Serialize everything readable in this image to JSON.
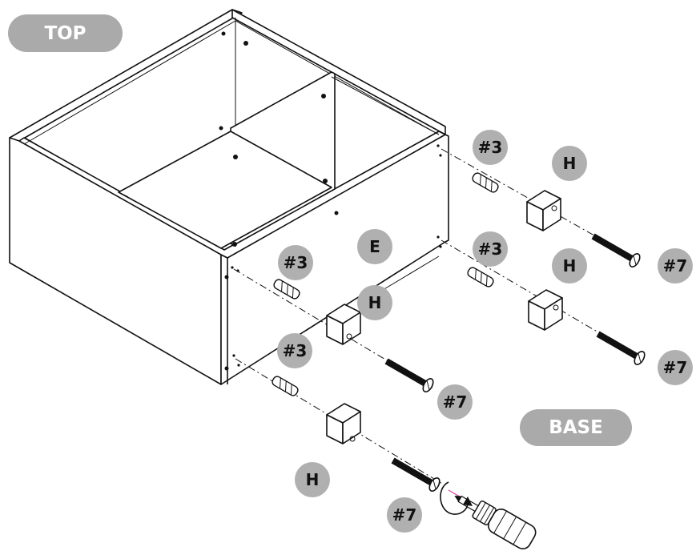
{
  "labels": {
    "top": "TOP",
    "base": "BASE",
    "panel_e": "E"
  },
  "parts": {
    "dowel": "#3",
    "cam": "H",
    "screw": "#7"
  },
  "colors": {
    "pill_fill": "#aaaaaa",
    "badge_fill": "#b0b0b0",
    "line": "#111111",
    "screw_fill": "#111111",
    "rotation_accent": "#e040a0"
  },
  "icons": {
    "tool": "screwdriver-icon",
    "rotation": "clockwise-rotation-icon"
  }
}
